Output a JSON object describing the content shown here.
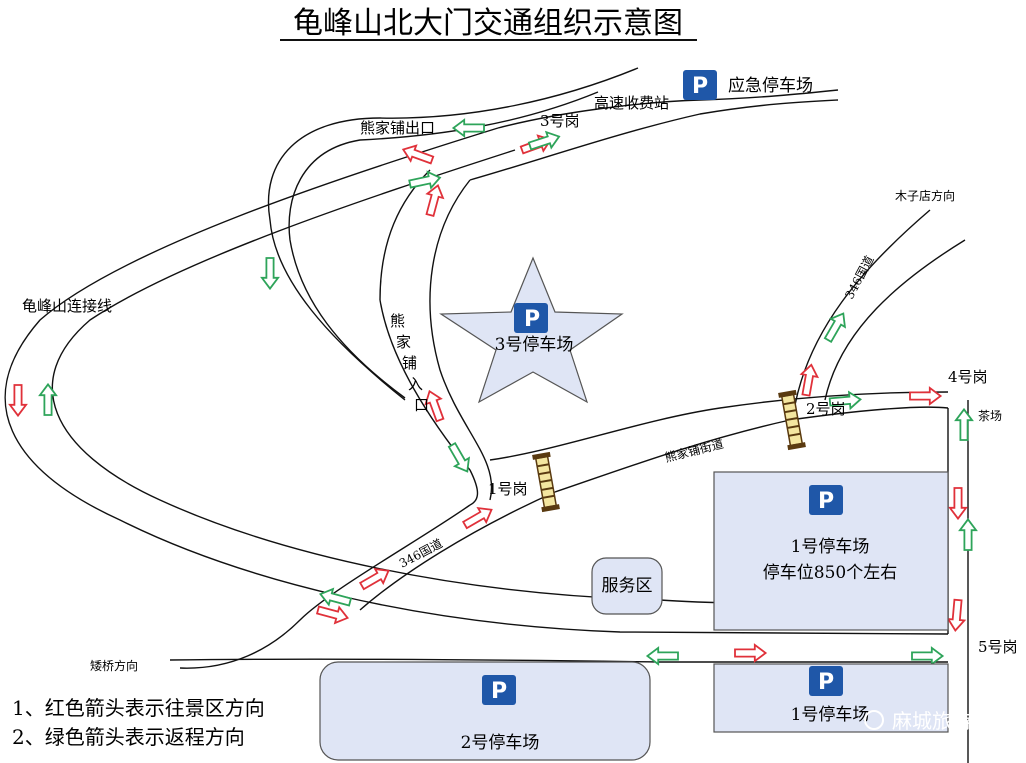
{
  "title": "龟峰山北大门交通组织示意图",
  "road_labels": {
    "xiongjiapu_exit": "熊家铺出口",
    "highway_toll": "高速收费站",
    "emergency_parking": "应急停车场",
    "guifengshan_link": "龟峰山连接线",
    "muzidian": "木子店方向",
    "national_346_upper": "346国道",
    "national_346_lower": "346国道",
    "xiongjiapu_entry": "熊家铺入口",
    "xiongjiapu_street": "熊家铺街道",
    "aiqiao": "矮桥方向",
    "tea_farm": "茶场"
  },
  "posts": {
    "post1": "1号岗",
    "post2": "2号岗",
    "post3": "3号岗",
    "post4": "4号岗",
    "post5": "5号岗"
  },
  "parking": {
    "p_symbol": "P",
    "lot3": "3号停车场",
    "lot1_name": "1号停车场",
    "lot1_capacity": "停车位850个左右",
    "lot2": "2号停车场",
    "lot1b": "1号停车场"
  },
  "service_area": "服务区",
  "legend": {
    "red": "1、红色箭头表示往景区方向",
    "green": "2、绿色箭头表示返程方向"
  },
  "watermark": "麻城旅游",
  "colors": {
    "lot_fill": "#dfe5f5",
    "p_blue": "#1f57a8",
    "red_arrow": "#e0313a",
    "green_arrow": "#2ea45a",
    "road_line": "#111111"
  }
}
